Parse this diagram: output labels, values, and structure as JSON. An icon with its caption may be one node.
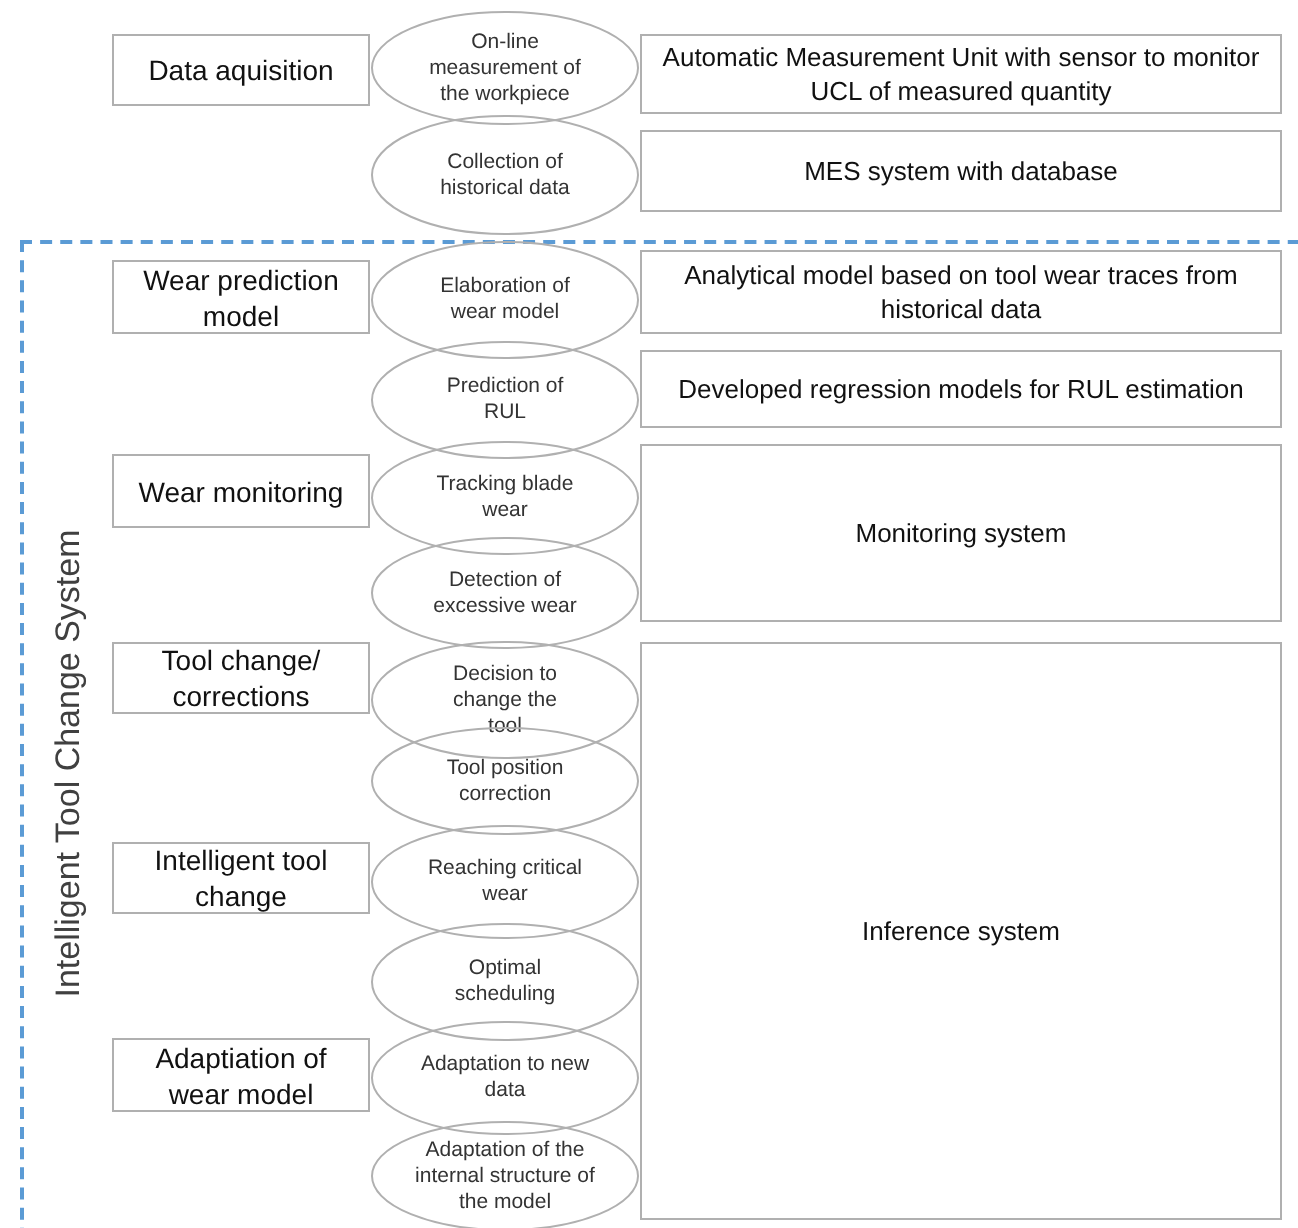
{
  "diagram": {
    "nodes": [
      {
        "text": [
          "Data aquisition"
        ]
      },
      {
        "text": [
          "On-line measurement of the workpiece"
        ]
      },
      {
        "text": [
          "Automatic Measurement Unit with sensor to monitor UCL of measured quantity"
        ]
      },
      {
        "text": [
          "Collection of historical data"
        ]
      },
      {
        "text": [
          "MES system with database"
        ]
      },
      {
        "text": [
          "Intelligent Tool Change System"
        ]
      },
      {
        "text": [
          "Wear prediction model"
        ],
        "in": 5
      },
      {
        "text": [
          "Elaboration of wear model"
        ],
        "in": 5
      },
      {
        "text": [
          "Analytical model based on tool wear traces from historical data"
        ],
        "in": 5
      },
      {
        "text": [
          "Prediction of RUL"
        ],
        "in": 5
      },
      {
        "text": [
          "Developed regression models for RUL estimation"
        ],
        "in": 5
      },
      {
        "text": [
          "Wear monitoring"
        ],
        "in": 5
      },
      {
        "text": [
          "Tracking blade wear"
        ],
        "in": 5
      },
      {
        "text": [
          "Monitoring system"
        ],
        "in": 5
      },
      {
        "text": [
          "Detection of excessive wear"
        ],
        "in": 5
      },
      {
        "text": [
          "Tool change/ corrections"
        ],
        "in": 5
      },
      {
        "text": [
          "Decision to change the tool"
        ],
        "in": 5
      },
      {
        "text": [
          "Inference system"
        ],
        "in": 5
      },
      {
        "text": [
          "Tool position correction"
        ],
        "in": 5
      },
      {
        "text": [
          "Intelligent tool change"
        ],
        "in": 5
      },
      {
        "text": [
          "Reaching critical wear"
        ],
        "in": 5
      },
      {
        "text": [
          "Optimal scheduling"
        ],
        "in": 5
      },
      {
        "text": [
          "Adaptiation of wear model"
        ],
        "in": 5
      },
      {
        "text": [
          "Adaptation to new data"
        ],
        "in": 5
      },
      {
        "text": [
          "Adaptation of the internal structure of the model"
        ],
        "in": 5
      }
    ]
  }
}
